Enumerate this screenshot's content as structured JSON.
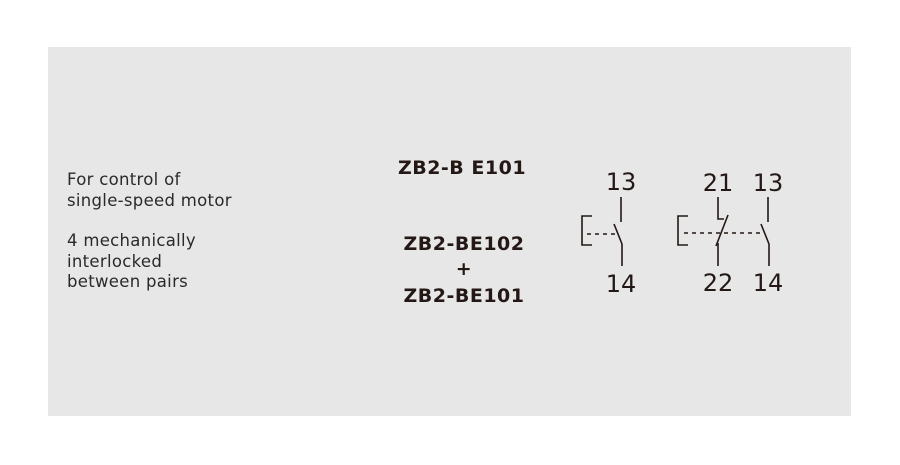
{
  "description": {
    "line1": "For control of",
    "line2": "single-speed motor",
    "line3": "4 mechanically",
    "line4": "interlocked",
    "line5": "between pairs"
  },
  "models": {
    "first": "ZB2-B E101",
    "second": "ZB2-BE102",
    "plus": "+",
    "third": "ZB2-BE101"
  },
  "schematic_1": {
    "top_terminal": "13",
    "bottom_terminal": "14"
  },
  "schematic_2": {
    "top_left_terminal": "21",
    "top_right_terminal": "13",
    "bottom_left_terminal": "22",
    "bottom_right_terminal": "14"
  },
  "colors": {
    "panel": "#e7e7e7",
    "text": "#231815"
  }
}
